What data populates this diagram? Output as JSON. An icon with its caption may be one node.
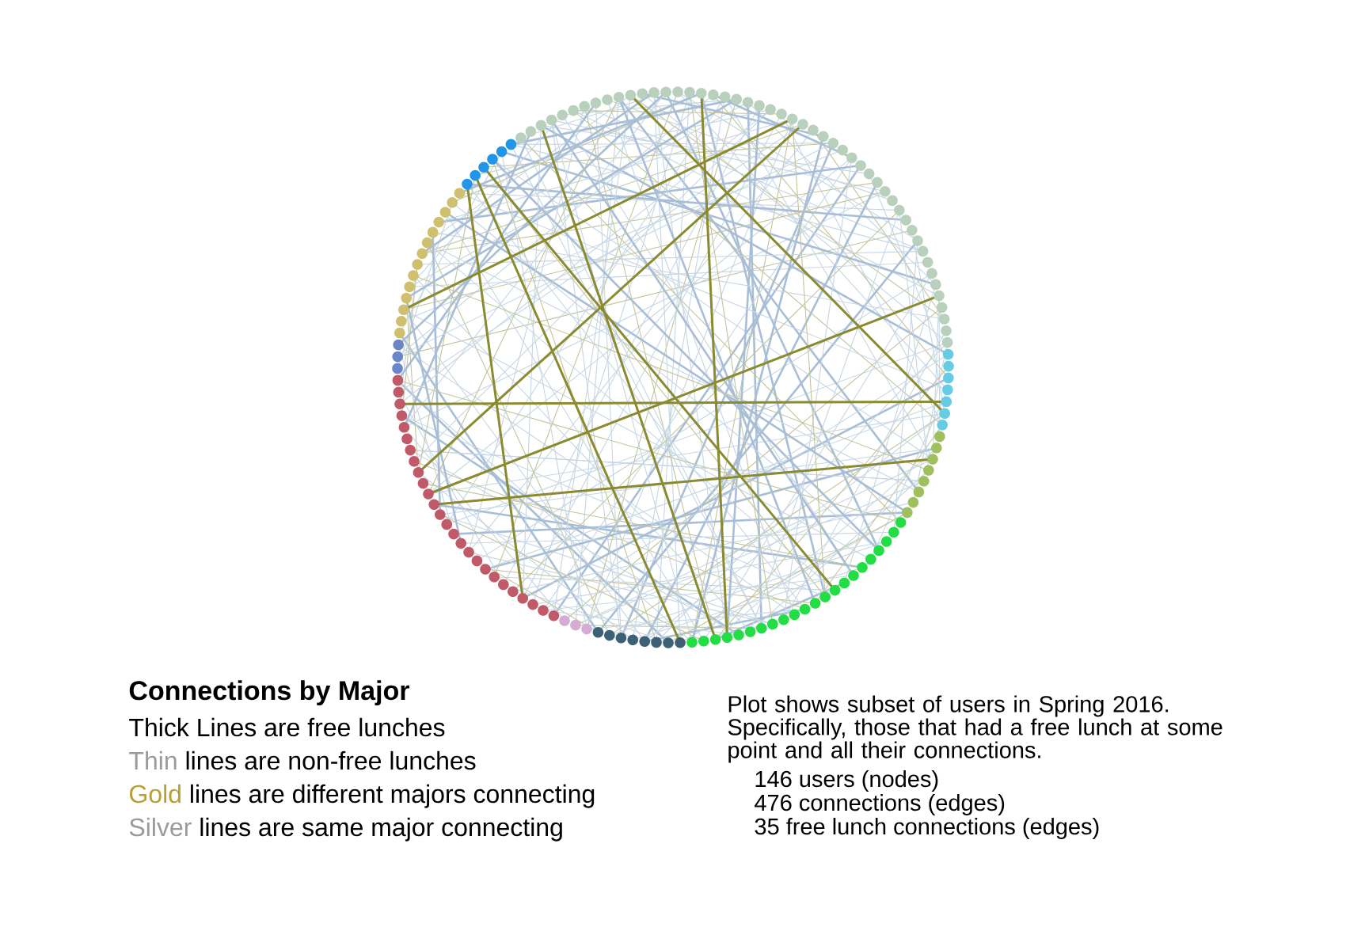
{
  "diagram": {
    "title": "Connections by Major",
    "labels": [
      "Thick",
      "Lines are free lunches",
      "Thin",
      "lines are non-free lunches",
      "Gold",
      "lines are different majors connecting",
      "Silver",
      "lines are same major connecting",
      "Plot shows subset of users in Spring 2016. Specifically, those that had a free lunch at some point and all their connections.",
      "146 users (nodes)",
      "476 connections (edges)",
      "35 free lunch connections (edges)"
    ]
  }
}
